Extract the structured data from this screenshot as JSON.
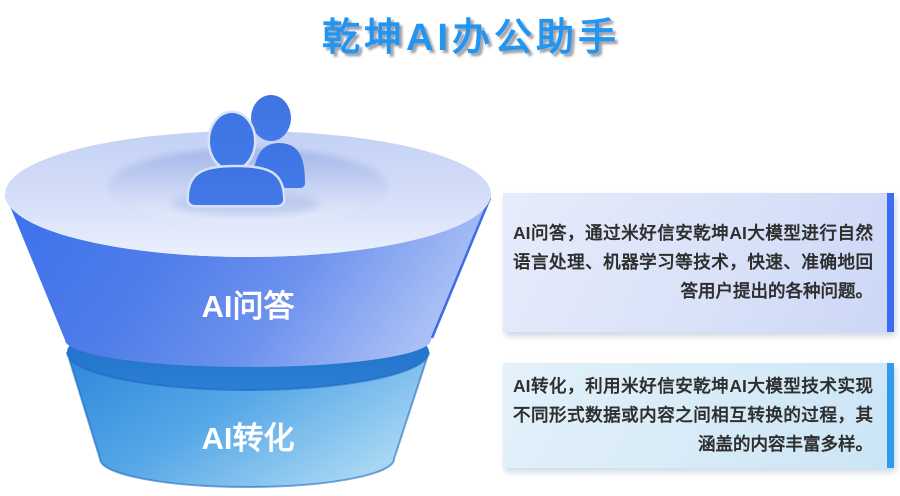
{
  "title": "乾坤AI办公助手",
  "funnel": {
    "sections": [
      {
        "label": "AI问答",
        "description": "AI问答，通过米好信安乾坤AI大模型进行自然语言处理、机器学习等技术，快速、准确地回答用户提出的各种问题。"
      },
      {
        "label": "AI转化",
        "description": "AI转化，利用米好信安乾坤AI大模型技术实现不同形式数据或内容之间相互转换的过程，其涵盖的内容丰富多样。"
      }
    ],
    "icon": "users-icon"
  },
  "colors": {
    "title_blue": "#2095f2",
    "wall_left": "#3a71ec",
    "wall_right": "#a9bff5",
    "band_blue": "#1d6bc6",
    "lower_left": "#2e86da",
    "lower_right": "#a6d6f3",
    "person_blue": "#3d73e2",
    "accent_qa": "#3c6cf0",
    "accent_convert": "#2f9bed",
    "card_qa_bg": "#d8e1f8",
    "card_convert_bg": "#d6eaf7",
    "label_white": "#ffffff",
    "text_dark": "#2f2f2f"
  }
}
